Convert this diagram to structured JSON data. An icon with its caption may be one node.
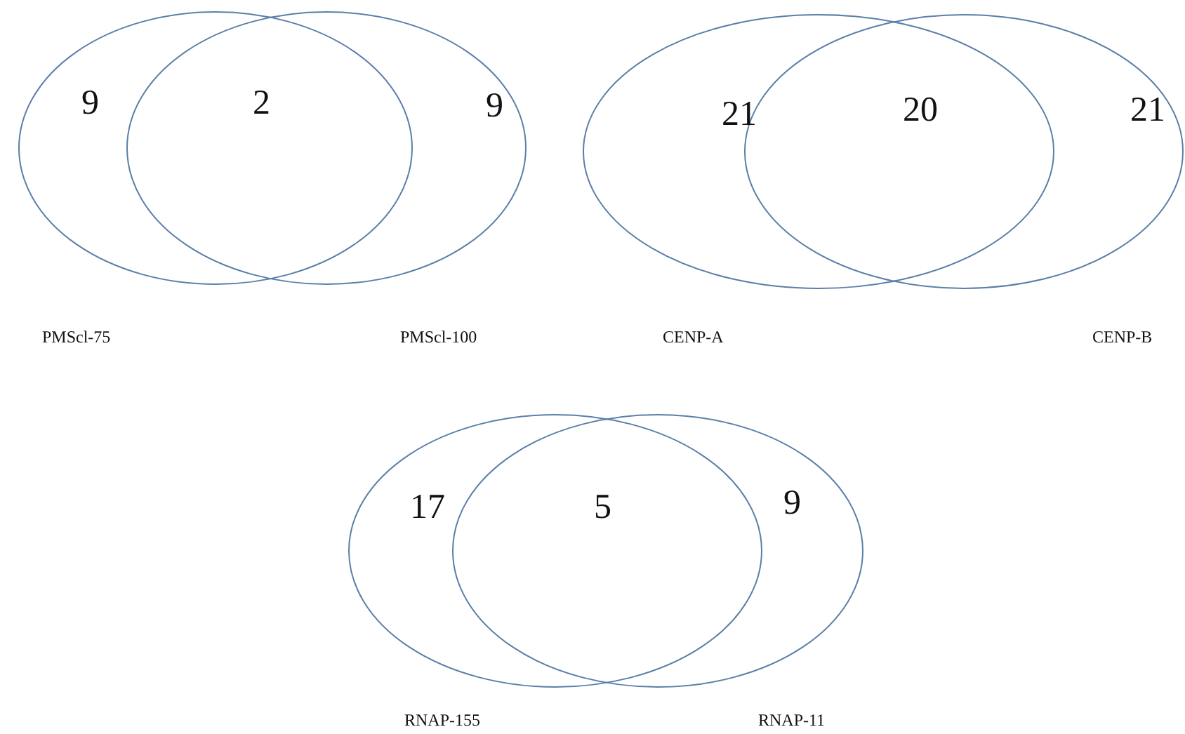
{
  "diagram": {
    "nodes": [
      {
        "text": [
          "PMScl-75"
        ]
      },
      {
        "text": [
          "PMScl-100"
        ]
      },
      {
        "text": [
          "CENP-A"
        ]
      },
      {
        "text": [
          "CENP-B"
        ]
      },
      {
        "text": [
          "RNAP-155"
        ]
      },
      {
        "text": [
          "RNAP-11"
        ]
      }
    ],
    "labels": [
      "9",
      "2",
      "9",
      "21",
      "20",
      "21",
      "17",
      "5",
      "9"
    ]
  }
}
